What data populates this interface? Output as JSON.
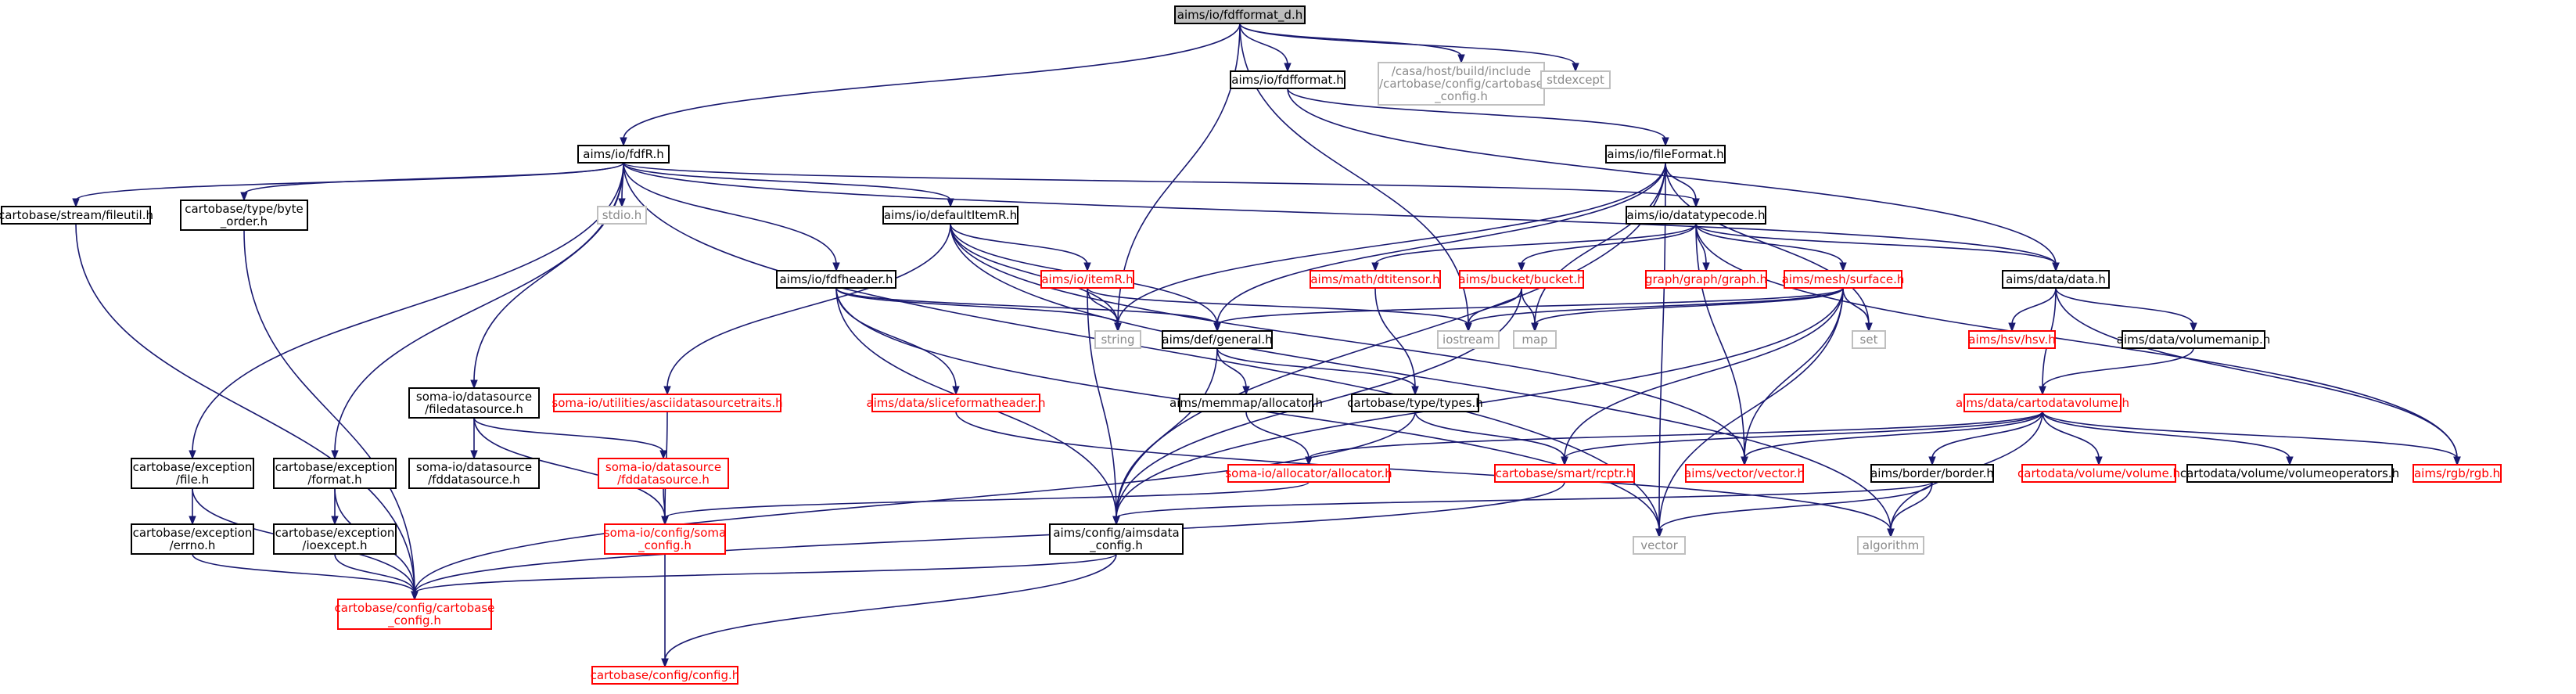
{
  "colors": {
    "root_fill": "#bfbfbf",
    "border_black": "#000000",
    "border_red": "#ff0000",
    "border_gray": "#bfbfbf",
    "text_black": "#000000",
    "text_red": "#ff0000",
    "text_gray": "#8a8a8a",
    "edge": "#191970"
  },
  "nodes": [
    {
      "id": "root",
      "label": "aims/io/fdfformat_d.h",
      "style": "root"
    },
    {
      "id": "fdfformat",
      "label": "aims/io/fdfformat.h",
      "style": "black"
    },
    {
      "id": "cartocfgtop",
      "label": "/casa/host/build/include\n/cartobase/config/cartobase\n_config.h",
      "style": "gray"
    },
    {
      "id": "stdexcept",
      "label": "stdexcept",
      "style": "gray"
    },
    {
      "id": "fdfR",
      "label": "aims/io/fdfR.h",
      "style": "black"
    },
    {
      "id": "fileFormat",
      "label": "aims/io/fileFormat.h",
      "style": "black"
    },
    {
      "id": "fileutil",
      "label": "cartobase/stream/fileutil.h",
      "style": "black"
    },
    {
      "id": "byteorder",
      "label": "cartobase/type/byte\n_order.h",
      "style": "black"
    },
    {
      "id": "stdio",
      "label": "stdio.h",
      "style": "gray"
    },
    {
      "id": "defaultItemR",
      "label": "aims/io/defaultItemR.h",
      "style": "black"
    },
    {
      "id": "datatypecode",
      "label": "aims/io/datatypecode.h",
      "style": "black"
    },
    {
      "id": "itemR",
      "label": "aims/io/itemR.h",
      "style": "red"
    },
    {
      "id": "fdfheader",
      "label": "aims/io/fdfheader.h",
      "style": "black"
    },
    {
      "id": "dtitensor",
      "label": "aims/math/dtitensor.h",
      "style": "red"
    },
    {
      "id": "bucket",
      "label": "aims/bucket/bucket.h",
      "style": "red"
    },
    {
      "id": "graph",
      "label": "graph/graph/graph.h",
      "style": "red"
    },
    {
      "id": "surface",
      "label": "aims/mesh/surface.h",
      "style": "red"
    },
    {
      "id": "datah",
      "label": "aims/data/data.h",
      "style": "black"
    },
    {
      "id": "string",
      "label": "string",
      "style": "gray"
    },
    {
      "id": "general",
      "label": "aims/def/general.h",
      "style": "black"
    },
    {
      "id": "iostream",
      "label": "iostream",
      "style": "gray"
    },
    {
      "id": "map",
      "label": "map",
      "style": "gray"
    },
    {
      "id": "set",
      "label": "set",
      "style": "gray"
    },
    {
      "id": "hsv",
      "label": "aims/hsv/hsv.h",
      "style": "red"
    },
    {
      "id": "volumemanip",
      "label": "aims/data/volumemanip.h",
      "style": "black"
    },
    {
      "id": "filedatasource",
      "label": "soma-io/datasource\n/filedatasource.h",
      "style": "black"
    },
    {
      "id": "asciitraits",
      "label": "soma-io/utilities/asciidatasourcetraits.h",
      "style": "red"
    },
    {
      "id": "sliceformat",
      "label": "aims/data/sliceformatheader.h",
      "style": "red"
    },
    {
      "id": "allocatorh",
      "label": "aims/memmap/allocator.h",
      "style": "black"
    },
    {
      "id": "types",
      "label": "cartobase/type/types.h",
      "style": "black"
    },
    {
      "id": "cartodatavolume",
      "label": "aims/data/cartodatavolume.h",
      "style": "red"
    },
    {
      "id": "exfile",
      "label": "cartobase/exception\n/file.h",
      "style": "black"
    },
    {
      "id": "exformat",
      "label": "cartobase/exception\n/format.h",
      "style": "black"
    },
    {
      "id": "fdds_black",
      "label": "soma-io/datasource\n/fddatasource.h",
      "style": "black"
    },
    {
      "id": "fdds_red",
      "label": "soma-io/datasource\n/fddatasource.h",
      "style": "red"
    },
    {
      "id": "somaalloc",
      "label": "soma-io/allocator/allocator.h",
      "style": "red"
    },
    {
      "id": "rcptr",
      "label": "cartobase/smart/rcptr.h",
      "style": "red"
    },
    {
      "id": "vectorh",
      "label": "aims/vector/vector.h",
      "style": "red"
    },
    {
      "id": "border",
      "label": "aims/border/border.h",
      "style": "black"
    },
    {
      "id": "volumeh",
      "label": "cartodata/volume/volume.h",
      "style": "red"
    },
    {
      "id": "volumeops",
      "label": "cartodata/volume/volumeoperators.h",
      "style": "black"
    },
    {
      "id": "rgb",
      "label": "aims/rgb/rgb.h",
      "style": "red"
    },
    {
      "id": "errno",
      "label": "cartobase/exception\n/errno.h",
      "style": "black"
    },
    {
      "id": "ioexcept",
      "label": "cartobase/exception\n/ioexcept.h",
      "style": "black"
    },
    {
      "id": "somaconfig",
      "label": "soma-io/config/soma\n_config.h",
      "style": "red"
    },
    {
      "id": "aimsdata",
      "label": "aims/config/aimsdata\n_config.h",
      "style": "black"
    },
    {
      "id": "vector",
      "label": "vector",
      "style": "gray"
    },
    {
      "id": "algorithm",
      "label": "algorithm",
      "style": "gray"
    },
    {
      "id": "cartocfg",
      "label": "cartobase/config/cartobase\n_config.h",
      "style": "red"
    },
    {
      "id": "config",
      "label": "cartobase/config/config.h",
      "style": "red"
    }
  ],
  "edges": [
    [
      "root",
      "fdfR"
    ],
    [
      "root",
      "fdfformat"
    ],
    [
      "root",
      "cartocfgtop"
    ],
    [
      "root",
      "stdexcept"
    ],
    [
      "root",
      "string"
    ],
    [
      "root",
      "iostream"
    ],
    [
      "fdfformat",
      "fileFormat"
    ],
    [
      "fdfformat",
      "datah"
    ],
    [
      "fdfR",
      "fileutil"
    ],
    [
      "fdfR",
      "byteorder"
    ],
    [
      "fdfR",
      "stdio"
    ],
    [
      "fdfR",
      "defaultItemR"
    ],
    [
      "fdfR",
      "fdfheader"
    ],
    [
      "fdfR",
      "datatypecode"
    ],
    [
      "fdfR",
      "datah"
    ],
    [
      "fdfR",
      "filedatasource"
    ],
    [
      "fdfR",
      "exfile"
    ],
    [
      "fdfR",
      "exformat"
    ],
    [
      "fdfR",
      "vector"
    ],
    [
      "fileFormat",
      "datatypecode"
    ],
    [
      "fileFormat",
      "general"
    ],
    [
      "fileFormat",
      "string"
    ],
    [
      "fileFormat",
      "map"
    ],
    [
      "fileFormat",
      "set"
    ],
    [
      "fileFormat",
      "vector"
    ],
    [
      "fileFormat",
      "aimsdata"
    ],
    [
      "defaultItemR",
      "itemR"
    ],
    [
      "defaultItemR",
      "general"
    ],
    [
      "defaultItemR",
      "asciitraits"
    ],
    [
      "defaultItemR",
      "vectorh"
    ],
    [
      "defaultItemR",
      "string"
    ],
    [
      "defaultItemR",
      "algorithm"
    ],
    [
      "datatypecode",
      "dtitensor"
    ],
    [
      "datatypecode",
      "bucket"
    ],
    [
      "datatypecode",
      "graph"
    ],
    [
      "datatypecode",
      "surface"
    ],
    [
      "datatypecode",
      "datah"
    ],
    [
      "datatypecode",
      "rgb"
    ],
    [
      "datatypecode",
      "vectorh"
    ],
    [
      "itemR",
      "string"
    ],
    [
      "itemR",
      "iostream"
    ],
    [
      "itemR",
      "aimsdata"
    ],
    [
      "fdfheader",
      "string"
    ],
    [
      "fdfheader",
      "general"
    ],
    [
      "fdfheader",
      "sliceformat"
    ],
    [
      "fdfheader",
      "aimsdata"
    ],
    [
      "fdfheader",
      "vector"
    ],
    [
      "dtitensor",
      "types"
    ],
    [
      "bucket",
      "map"
    ],
    [
      "bucket",
      "iostream"
    ],
    [
      "bucket",
      "aimsdata"
    ],
    [
      "surface",
      "general"
    ],
    [
      "surface",
      "iostream"
    ],
    [
      "surface",
      "map"
    ],
    [
      "surface",
      "set"
    ],
    [
      "surface",
      "vectorh"
    ],
    [
      "surface",
      "rcptr"
    ],
    [
      "surface",
      "vector"
    ],
    [
      "surface",
      "aimsdata"
    ],
    [
      "datah",
      "hsv"
    ],
    [
      "datah",
      "volumemanip"
    ],
    [
      "datah",
      "cartodatavolume"
    ],
    [
      "datah",
      "rgb"
    ],
    [
      "general",
      "allocatorh"
    ],
    [
      "general",
      "types"
    ],
    [
      "general",
      "aimsdata"
    ],
    [
      "volumemanip",
      "cartodatavolume"
    ],
    [
      "filedatasource",
      "fdds_black"
    ],
    [
      "filedatasource",
      "fdds_red"
    ],
    [
      "filedatasource",
      "somaconfig"
    ],
    [
      "asciitraits",
      "somaconfig"
    ],
    [
      "sliceformat",
      "algorithm"
    ],
    [
      "allocatorh",
      "somaalloc"
    ],
    [
      "types",
      "rcptr"
    ],
    [
      "types",
      "cartocfg"
    ],
    [
      "cartodatavolume",
      "somaalloc"
    ],
    [
      "cartodatavolume",
      "rcptr"
    ],
    [
      "cartodatavolume",
      "vectorh"
    ],
    [
      "cartodatavolume",
      "border"
    ],
    [
      "cartodatavolume",
      "volumeh"
    ],
    [
      "cartodatavolume",
      "volumeops"
    ],
    [
      "cartodatavolume",
      "rgb"
    ],
    [
      "cartodatavolume",
      "algorithm"
    ],
    [
      "exfile",
      "errno"
    ],
    [
      "exfile",
      "cartocfg"
    ],
    [
      "exformat",
      "ioexcept"
    ],
    [
      "exformat",
      "cartocfg"
    ],
    [
      "fdds_red",
      "somaconfig"
    ],
    [
      "somaalloc",
      "somaconfig"
    ],
    [
      "rcptr",
      "cartocfg"
    ],
    [
      "border",
      "vector"
    ],
    [
      "border",
      "algorithm"
    ],
    [
      "border",
      "aimsdata"
    ],
    [
      "errno",
      "cartocfg"
    ],
    [
      "ioexcept",
      "cartocfg"
    ],
    [
      "somaconfig",
      "config"
    ],
    [
      "aimsdata",
      "cartocfg"
    ],
    [
      "aimsdata",
      "config"
    ],
    [
      "fileutil",
      "cartocfg"
    ],
    [
      "byteorder",
      "cartocfg"
    ]
  ]
}
